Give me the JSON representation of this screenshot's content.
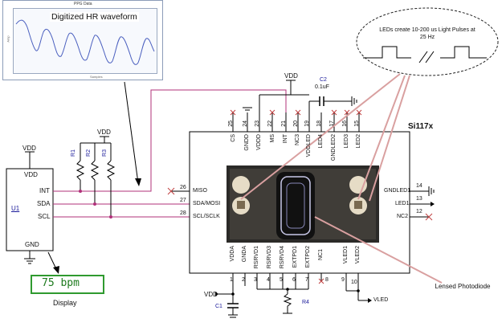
{
  "waveform_panel": {
    "title": "PPG Data",
    "label": "Digitized HR waveform",
    "x_axis_label": "Samples",
    "y_axis_label": "Amp"
  },
  "host": {
    "ref": "U1",
    "pins": {
      "vdd": "VDD",
      "int": "INT",
      "sda": "SDA",
      "scl": "SCL",
      "gnd": "GND"
    }
  },
  "supply": {
    "vdd_left": "VDD",
    "vdd_pullup": "VDD",
    "vdd_top": "VDD",
    "vdd_bottom": "VDD",
    "vled": "VLED"
  },
  "resistors": {
    "r1": "R1",
    "r2": "R2",
    "r3": "R3",
    "r4": "R4"
  },
  "caps": {
    "c2": "C2",
    "c2_value": "0.1uF",
    "c1": "C1"
  },
  "chip": {
    "name": "Si117x",
    "left_pins": [
      {
        "num": "26",
        "name": "MISO"
      },
      {
        "num": "27",
        "name": "SDA/MOSI"
      },
      {
        "num": "28",
        "name": "SCL/SCLK"
      }
    ],
    "top_pins": [
      {
        "num": "25",
        "name": "CS"
      },
      {
        "num": "24",
        "name": "GNDD"
      },
      {
        "num": "23",
        "name": "VDDD"
      },
      {
        "num": "22",
        "name": "MS"
      },
      {
        "num": "21",
        "name": "INT"
      },
      {
        "num": "20",
        "name": "NC3"
      },
      {
        "num": "19",
        "name": "VDDLED"
      },
      {
        "num": "18",
        "name": "LED4"
      },
      {
        "num": "17",
        "name": "GNDLED2"
      },
      {
        "num": "16",
        "name": "LED3"
      },
      {
        "num": "15",
        "name": "LED2"
      }
    ],
    "right_pins": [
      {
        "num": "14",
        "name": "GNDLED1"
      },
      {
        "num": "13",
        "name": "LED1"
      },
      {
        "num": "12",
        "name": "NC2"
      }
    ],
    "bottom_pins": [
      {
        "num": "1",
        "name": "VDDA"
      },
      {
        "num": "2",
        "name": "GNDA"
      },
      {
        "num": "3",
        "name": "RSRVD1"
      },
      {
        "num": "4",
        "name": "RSRVD3"
      },
      {
        "num": "5",
        "name": "RSRVD4"
      },
      {
        "num": "6",
        "name": "EXTPD1"
      },
      {
        "num": "7",
        "name": "EXTPD2"
      },
      {
        "num": "8",
        "name": "NC1"
      },
      {
        "num": "9",
        "name": "VLED1"
      },
      {
        "num": "10",
        "name": "VLED2"
      }
    ]
  },
  "display": {
    "value": "75 bpm",
    "label": "Display"
  },
  "led_note": "LEDs create 10-200 us Light Pulses at 25 Hz",
  "lensed_label": "Lensed Photodiode",
  "colors": {
    "display_green": "#2f9a2f",
    "annotation_pink": "#d9a0a0",
    "wire_magenta": "#b0307a",
    "wave_blue": "#4a5fbf"
  }
}
